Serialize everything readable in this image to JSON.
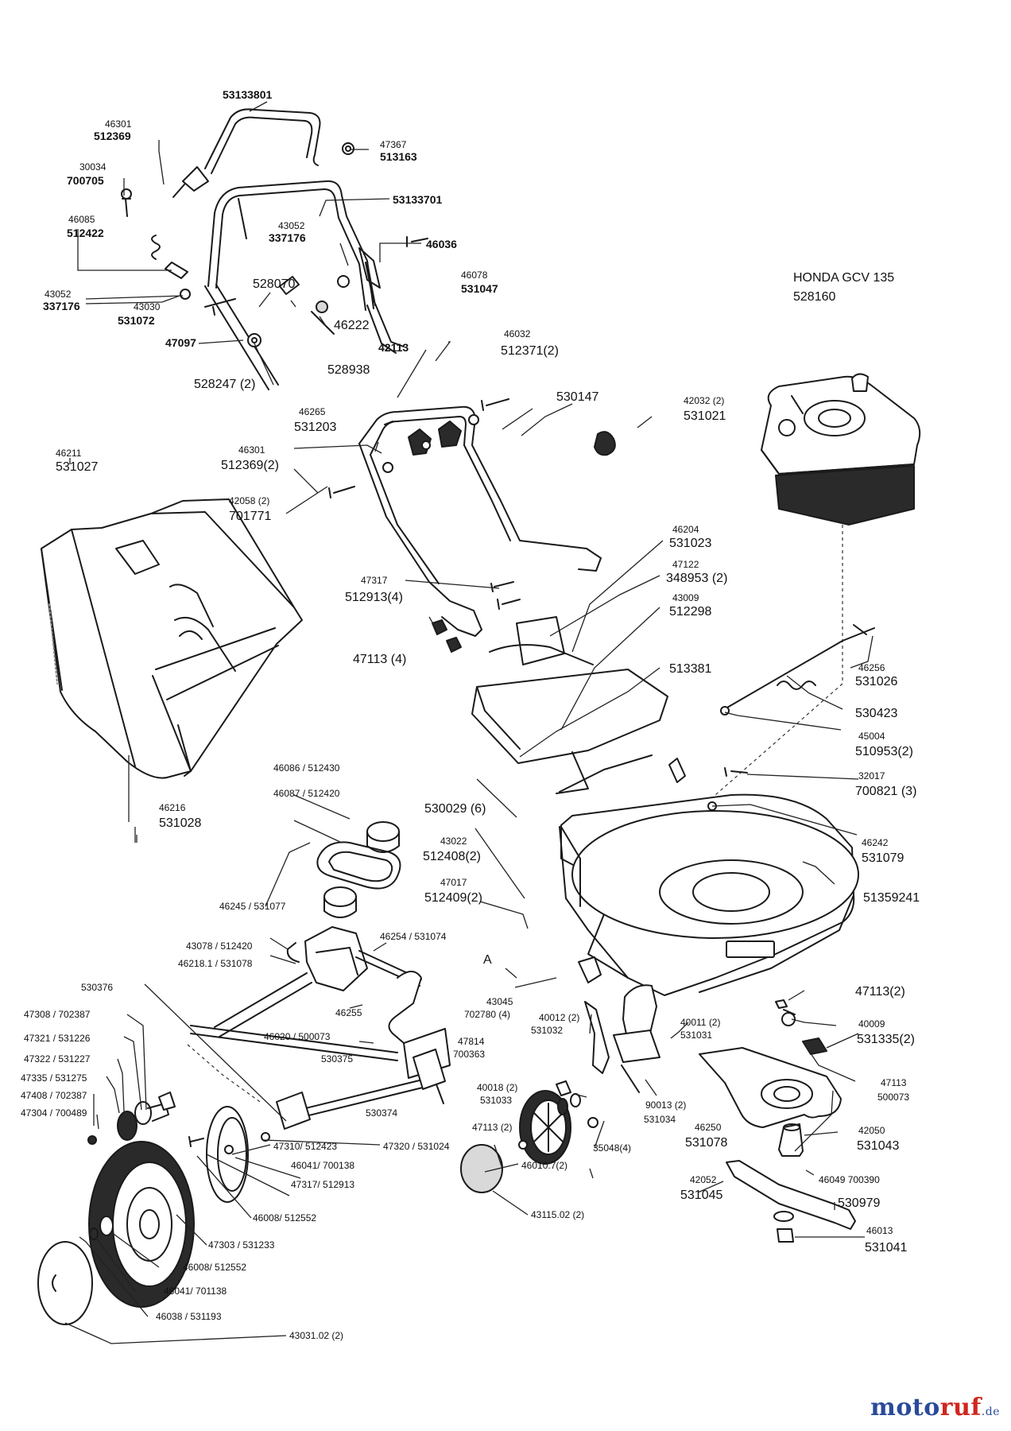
{
  "engine": {
    "name": "HONDA GCV 135",
    "part": "528160"
  },
  "labels": {
    "l_53133801": "53133801",
    "l_46301a": "46301",
    "l_512369a": "512369",
    "l_47367": "47367",
    "l_513163": "513163",
    "l_30034": "30034",
    "l_700705": "700705",
    "l_53133701": "53133701",
    "l_46085": "46085",
    "l_512422": "512422",
    "l_43052a": "43052",
    "l_337176a": "337176",
    "l_46036": "46036",
    "l_46078": "46078",
    "l_531047": "531047",
    "l_528070": "528070",
    "l_43052b": "43052",
    "l_337176b": "337176",
    "l_43030": "43030",
    "l_531072": "531072",
    "l_46222": "46222",
    "l_47097": "47097",
    "l_42113": "42113",
    "l_528938": "528938",
    "l_528247": "528247 (2)",
    "l_46032": "46032",
    "l_512371": "512371(2)",
    "l_530147": "530147",
    "l_42032": "42032 (2)",
    "l_531021": "531021",
    "l_46265": "46265",
    "l_531203": "531203",
    "l_46211": "46211",
    "l_531027": "531027",
    "l_46301b": "46301",
    "l_512369b": "512369(2)",
    "l_42058": "42058 (2)",
    "l_701771": "701771",
    "l_46204": "46204",
    "l_531023": "531023",
    "l_47122": "47122",
    "l_348953": "348953 (2)",
    "l_47317": "47317",
    "l_512913": "512913(4)",
    "l_43009": "43009",
    "l_512298": "512298",
    "l_47113a": "47113 (4)",
    "l_513381": "513381",
    "l_46256": "46256",
    "l_531026": "531026",
    "l_530423": "530423",
    "l_45004": "45004",
    "l_510953": "510953(2)",
    "l_32017": "32017",
    "l_700821": "700821 (3)",
    "l_46086": "46086 / 512430",
    "l_46087": "46087 / 512420",
    "l_46216": "46216",
    "l_531028": "531028",
    "l_530029": "530029 (6)",
    "l_46242": "46242",
    "l_531079": "531079",
    "l_43022": "43022",
    "l_512408": "512408(2)",
    "l_51359241": "51359241",
    "l_46245": "46245 / 531077",
    "l_47017": "47017",
    "l_512409": "512409(2)",
    "l_43078": "43078 / 512420",
    "l_46254": "46254 / 531074",
    "l_46218": "46218.1 / 531078",
    "l_A": "A",
    "l_530376": "530376",
    "l_43045": "43045",
    "l_702780": "702780 (4)",
    "l_47113b": "47113(2)",
    "l_47308": "47308 / 702387",
    "l_46255": "46255",
    "l_40012": "40012 (2)",
    "l_531032": "531032",
    "l_40011": "40011 (2)",
    "l_531031": "531031",
    "l_40009": "40009",
    "l_531335": "531335(2)",
    "l_47321": "47321 / 531226",
    "l_46020": "46020 / 500073",
    "l_47814": "47814",
    "l_700363": "700363",
    "l_47322": "47322 / 531227",
    "l_530375": "530375",
    "l_47113c": "47113",
    "l_500073": "500073",
    "l_47335": "47335 / 531275",
    "l_40018": "40018 (2)",
    "l_531033": "531033",
    "l_47408": "47408 / 702387",
    "l_90013": "90013 (2)",
    "l_531034": "531034",
    "l_47304": "47304 / 700489",
    "l_530374": "530374",
    "l_46250": "46250",
    "l_531078b": "531078",
    "l_42050": "42050",
    "l_531043": "531043",
    "l_47113d": "47113 (2)",
    "l_47310": "47310/ 512423",
    "l_47320": "47320 / 531024",
    "l_35048": "35048(4)",
    "l_46041a": "46041/ 700138",
    "l_46010": "46010.7(2)",
    "l_46049": "46049 700390",
    "l_47317b": "47317/ 512913",
    "l_42052": "42052",
    "l_531045": "531045",
    "l_530979": "530979",
    "l_46008a": "46008/ 512552",
    "l_43115": "43115.02 (2)",
    "l_46013": "46013",
    "l_531041": "531041",
    "l_47303": "47303 / 531233",
    "l_46008b": "46008/ 512552",
    "l_46041b": "46041/ 701138",
    "l_46038": "46038 / 531193",
    "l_43031": "43031.02  (2)"
  },
  "brand": {
    "part1": "moto",
    "part2": "ruf",
    "tld": ".de"
  }
}
